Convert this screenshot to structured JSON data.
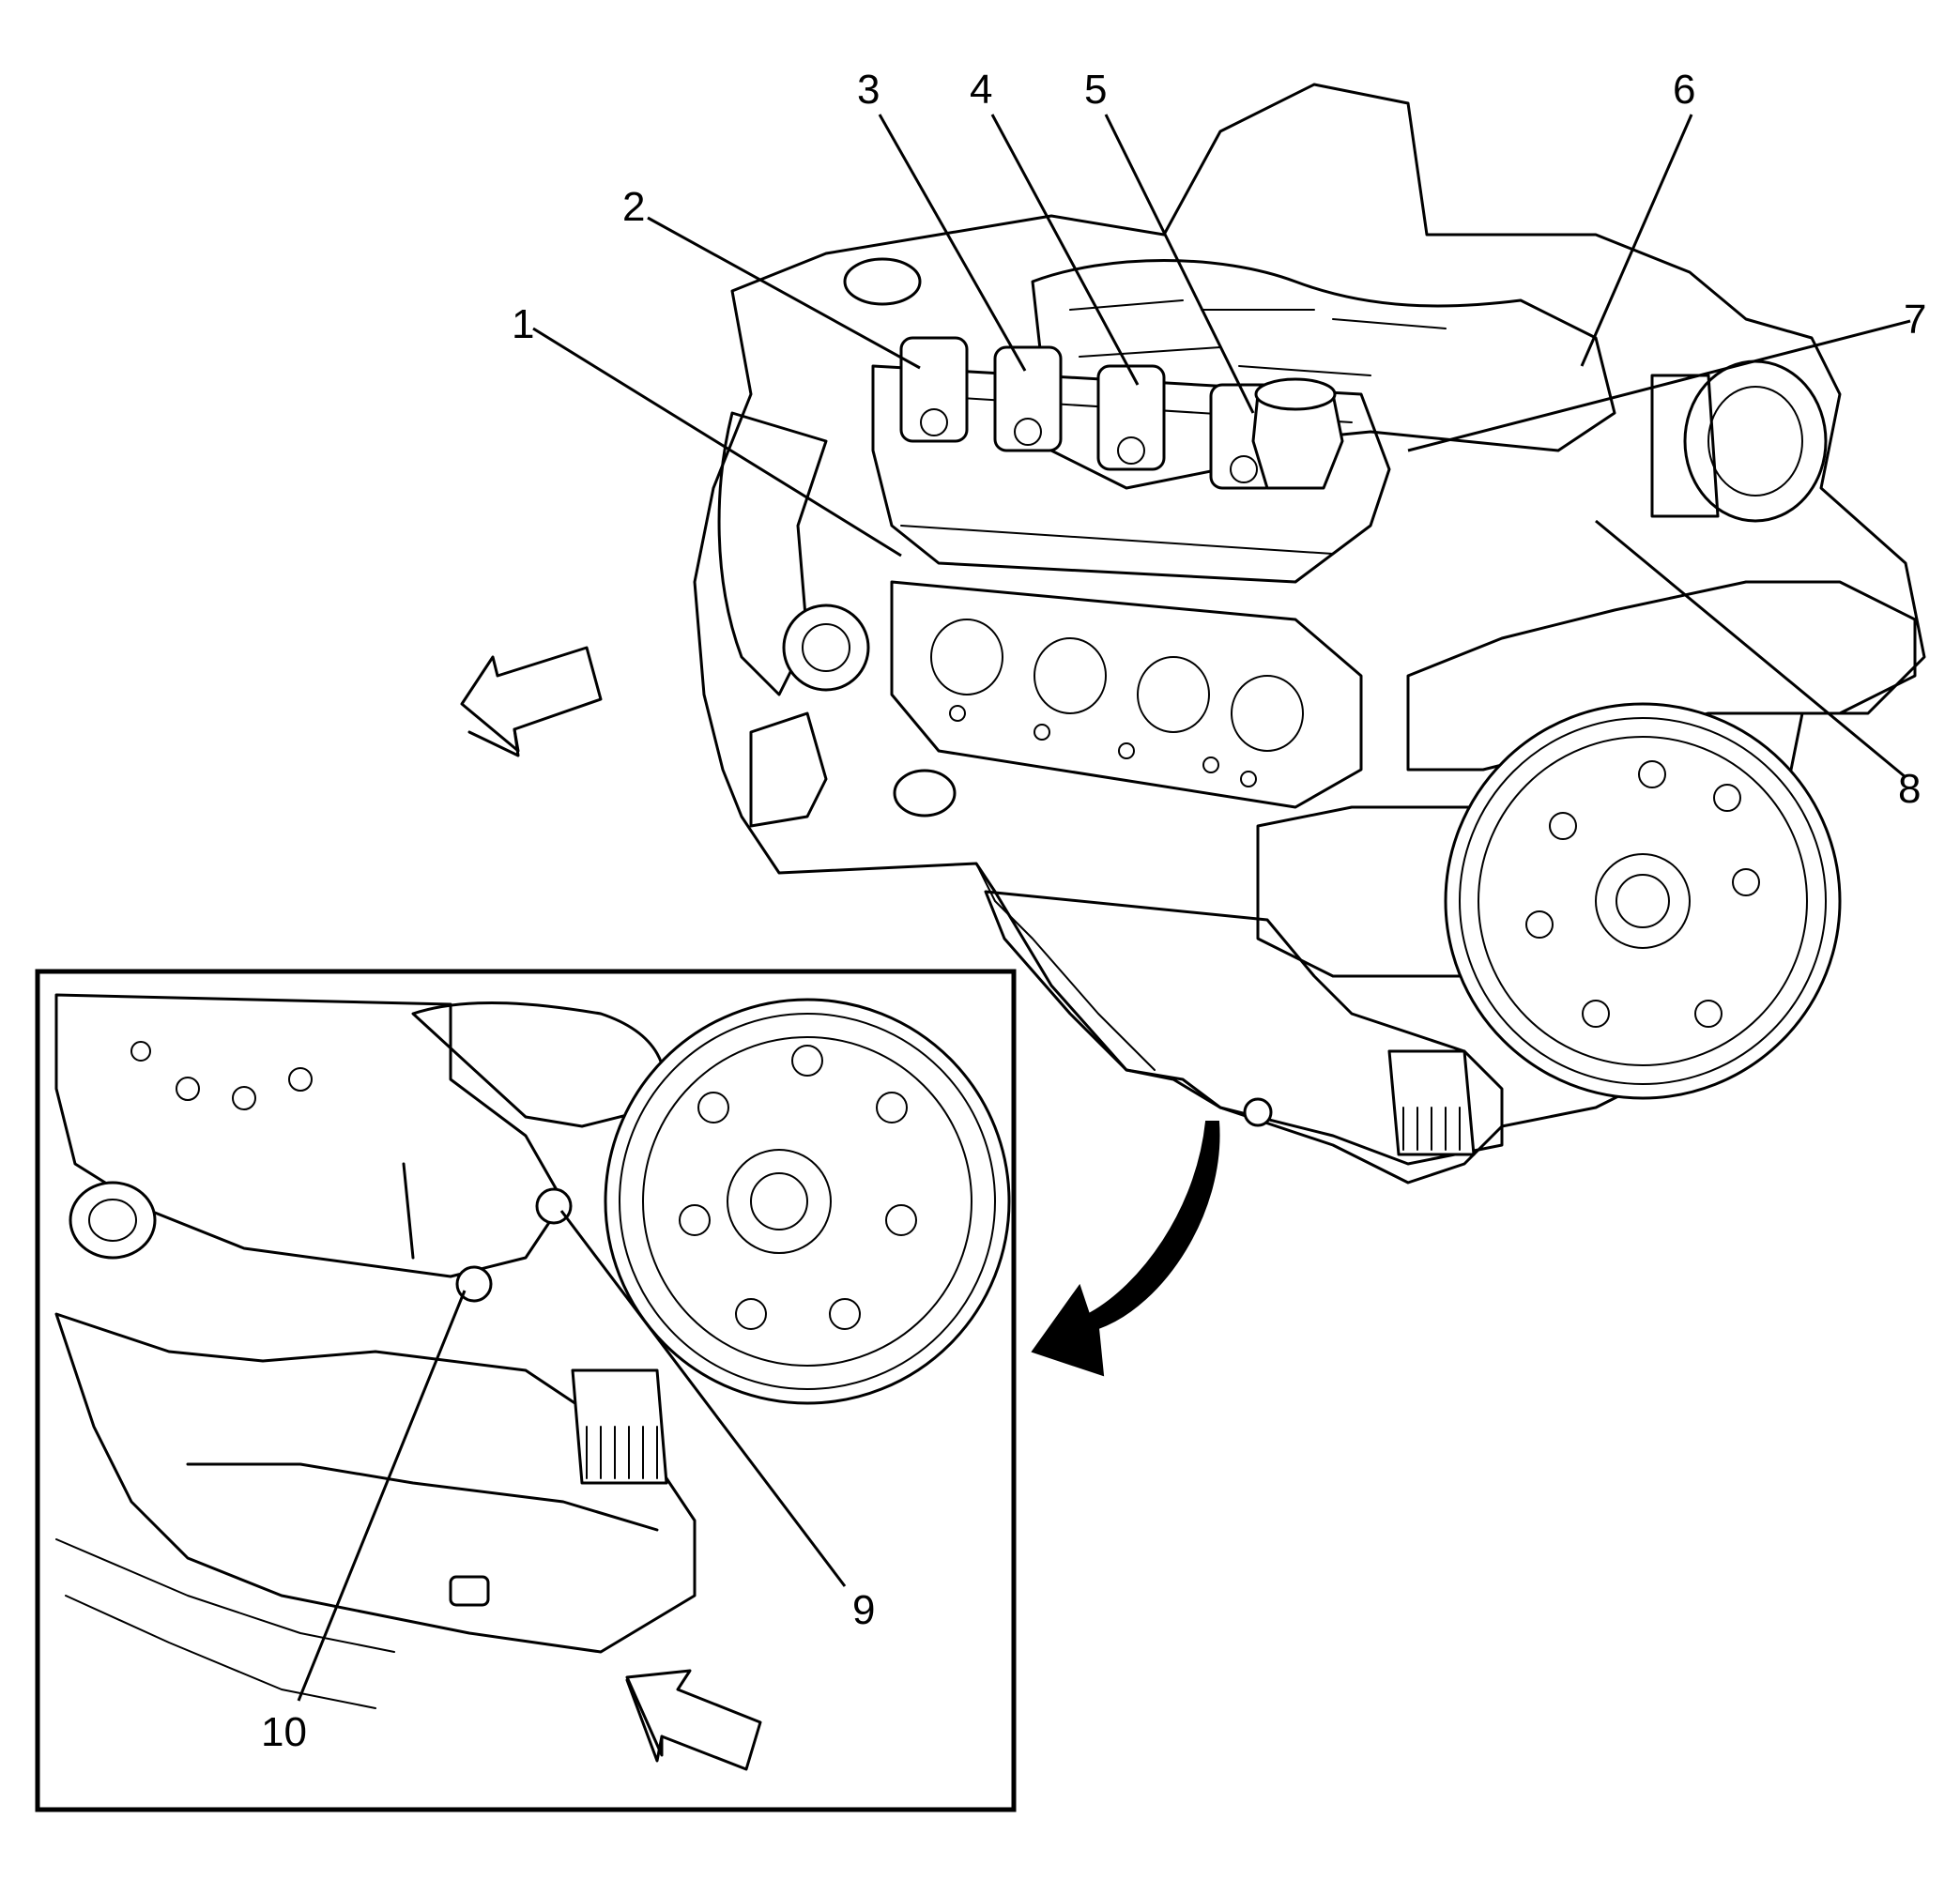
{
  "callouts": {
    "c1": "1",
    "c2": "2",
    "c3": "3",
    "c4": "4",
    "c5": "5",
    "c6": "6",
    "c7": "7",
    "c8": "8",
    "c9": "9",
    "c10": "10"
  },
  "icons": {
    "view_arrow_main": "view-direction-arrow",
    "view_arrow_inset": "view-direction-arrow",
    "detail_arrow": "curved-arrow-to-inset"
  }
}
